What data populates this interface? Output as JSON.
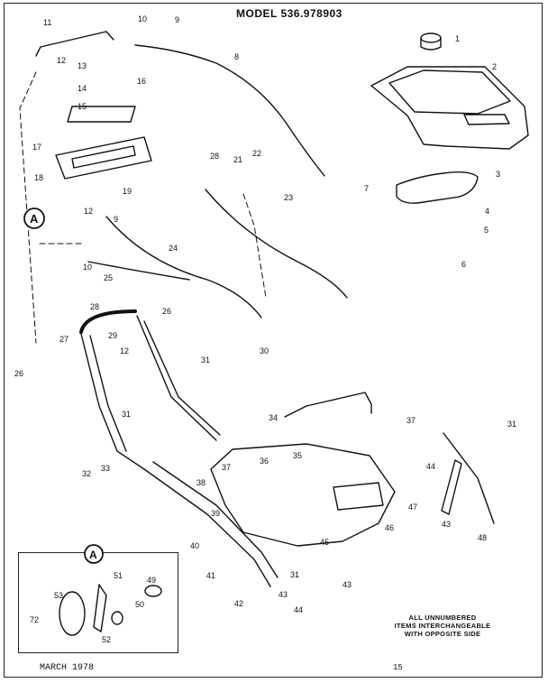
{
  "header": {
    "model": "MODEL 536.978903"
  },
  "note": {
    "lines": [
      "ALL UNNUMBERED",
      "ITEMS INTERCHANGEABLE",
      "WITH OPPOSITE SIDE"
    ]
  },
  "footer": {
    "date": "MARCH 1978",
    "page": "15"
  },
  "inset": {
    "marker": "A"
  },
  "main_marker": "A",
  "part_labels": [
    {
      "id": "p1",
      "text": "1"
    },
    {
      "id": "p2",
      "text": "2"
    },
    {
      "id": "p3",
      "text": "3"
    },
    {
      "id": "p4",
      "text": "4"
    },
    {
      "id": "p5",
      "text": "5"
    },
    {
      "id": "p6",
      "text": "6"
    },
    {
      "id": "p7",
      "text": "7"
    },
    {
      "id": "p8",
      "text": "8"
    },
    {
      "id": "p9a",
      "text": "9"
    },
    {
      "id": "p9b",
      "text": "9"
    },
    {
      "id": "p10a",
      "text": "10"
    },
    {
      "id": "p10b",
      "text": "10"
    },
    {
      "id": "p11",
      "text": "11"
    },
    {
      "id": "p12a",
      "text": "12"
    },
    {
      "id": "p12b",
      "text": "12"
    },
    {
      "id": "p12c",
      "text": "12"
    },
    {
      "id": "p13",
      "text": "13"
    },
    {
      "id": "p14",
      "text": "14"
    },
    {
      "id": "p15",
      "text": "15"
    },
    {
      "id": "p16",
      "text": "16"
    },
    {
      "id": "p17",
      "text": "17"
    },
    {
      "id": "p18",
      "text": "18"
    },
    {
      "id": "p19",
      "text": "19"
    },
    {
      "id": "p21",
      "text": "21"
    },
    {
      "id": "p22",
      "text": "22"
    },
    {
      "id": "p23",
      "text": "23"
    },
    {
      "id": "p24",
      "text": "24"
    },
    {
      "id": "p25",
      "text": "25"
    },
    {
      "id": "p26a",
      "text": "26"
    },
    {
      "id": "p26b",
      "text": "26"
    },
    {
      "id": "p27",
      "text": "27"
    },
    {
      "id": "p28a",
      "text": "28"
    },
    {
      "id": "p28b",
      "text": "28"
    },
    {
      "id": "p29",
      "text": "29"
    },
    {
      "id": "p30",
      "text": "30"
    },
    {
      "id": "p31a",
      "text": "31"
    },
    {
      "id": "p31b",
      "text": "31"
    },
    {
      "id": "p31c",
      "text": "31"
    },
    {
      "id": "p31d",
      "text": "31"
    },
    {
      "id": "p32",
      "text": "32"
    },
    {
      "id": "p33",
      "text": "33"
    },
    {
      "id": "p34",
      "text": "34"
    },
    {
      "id": "p35",
      "text": "35"
    },
    {
      "id": "p36",
      "text": "36"
    },
    {
      "id": "p37a",
      "text": "37"
    },
    {
      "id": "p37b",
      "text": "37"
    },
    {
      "id": "p38",
      "text": "38"
    },
    {
      "id": "p39",
      "text": "39"
    },
    {
      "id": "p40",
      "text": "40"
    },
    {
      "id": "p41",
      "text": "41"
    },
    {
      "id": "p42",
      "text": "42"
    },
    {
      "id": "p43a",
      "text": "43"
    },
    {
      "id": "p43b",
      "text": "43"
    },
    {
      "id": "p43c",
      "text": "43"
    },
    {
      "id": "p44a",
      "text": "44"
    },
    {
      "id": "p44b",
      "text": "44"
    },
    {
      "id": "p45",
      "text": "45"
    },
    {
      "id": "p46",
      "text": "46"
    },
    {
      "id": "p47",
      "text": "47"
    },
    {
      "id": "p48",
      "text": "48"
    },
    {
      "id": "p49",
      "text": "49"
    },
    {
      "id": "p50",
      "text": "50"
    },
    {
      "id": "p51",
      "text": "51"
    },
    {
      "id": "p52",
      "text": "52"
    },
    {
      "id": "p53",
      "text": "53"
    },
    {
      "id": "p72",
      "text": "72"
    }
  ]
}
